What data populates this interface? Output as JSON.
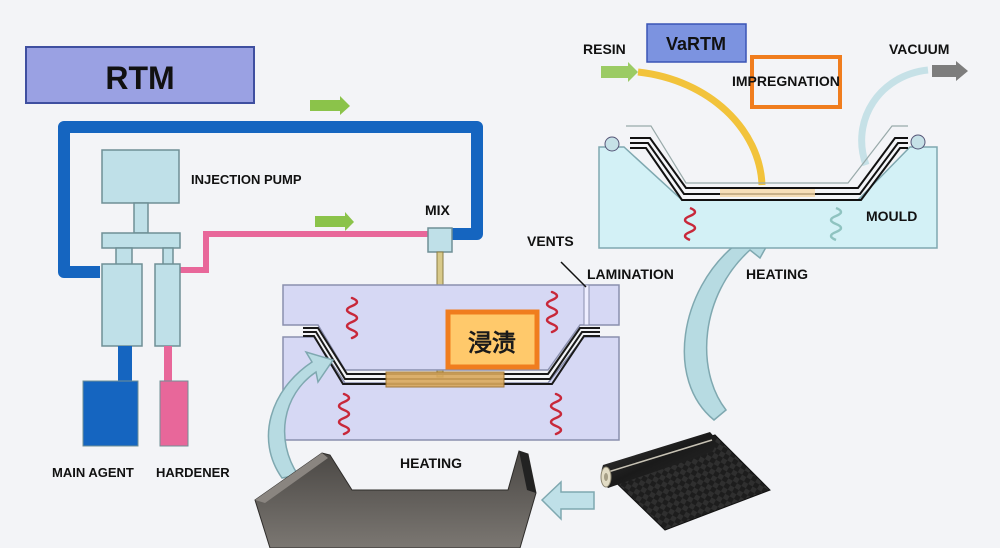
{
  "rtm": {
    "title": "RTM",
    "injection_pump_label": "INJECTION PUMP",
    "mix_label": "MIX",
    "main_agent_label": "MAIN AGENT",
    "hardener_label": "HARDENER",
    "impregnation_label_cn": "浸渍",
    "vents_label": "VENTS",
    "lamination_label": "LAMINATION",
    "heating_label": "HEATING"
  },
  "vartm": {
    "title": "VaRTM",
    "resin_label": "RESIN",
    "impregnation_label": "IMPREGNATION",
    "vacuum_label": "VACUUM",
    "mould_label": "MOULD",
    "heating_label": "HEATING"
  },
  "colors": {
    "background": "#f3f4f7",
    "rtm_title_fill": "#9aa1e3",
    "vartm_title_fill": "#7c93e0",
    "main_agent_blue": "#1565c0",
    "hardener_pink": "#e8679a",
    "pump_fill": "#bfe0e8",
    "mould_lavender": "#d6d8f4",
    "mould_lightblue": "#d3f1f6",
    "impregnation_orange": "#f07d1e",
    "impregnation_fill": "#ffc96b",
    "resin_yellow": "#f2c33b",
    "flow_green": "#8bc34a",
    "heat_red": "#c8283a",
    "vacuum_grey": "#7d7d7d"
  }
}
